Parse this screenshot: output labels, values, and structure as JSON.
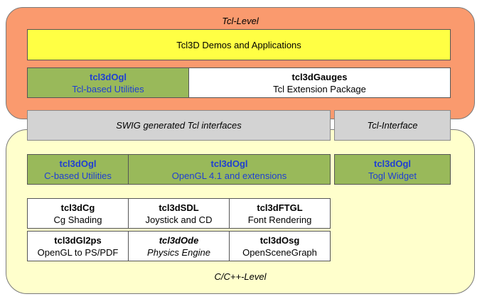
{
  "tcl_level": {
    "label": "Tcl-Level",
    "demos": "Tcl3D Demos and Applications",
    "tcl3dogl": {
      "title": "tcl3dOgl",
      "subtitle": "Tcl-based Utilities"
    },
    "tcl3dgauges": {
      "title": "tcl3dGauges",
      "subtitle": "Tcl Extension Package"
    }
  },
  "interfaces": {
    "swig": "SWIG generated Tcl interfaces",
    "tcl_interface": "Tcl-Interface"
  },
  "c_level": {
    "label": "C/C++-Level",
    "c_utils": {
      "title": "tcl3dOgl",
      "subtitle": "C-based Utilities"
    },
    "opengl": {
      "title": "tcl3dOgl",
      "subtitle": "OpenGL 4.1 and extensions"
    },
    "togl": {
      "title": "tcl3dOgl",
      "subtitle": "Togl Widget"
    },
    "modules": [
      {
        "title": "tcl3dCg",
        "subtitle": "Cg Shading"
      },
      {
        "title": "tcl3dSDL",
        "subtitle": "Joystick and CD"
      },
      {
        "title": "tcl3dFTGL",
        "subtitle": "Font Rendering"
      },
      {
        "title": "tcl3dGl2ps",
        "subtitle": "OpenGL to PS/PDF"
      },
      {
        "title": "tcl3dOde",
        "subtitle": "Physics Engine"
      },
      {
        "title": "tcl3dOsg",
        "subtitle": "OpenSceneGraph"
      }
    ]
  },
  "colors": {
    "tcl_level_bg": "#fa9a6e",
    "c_level_bg": "#ffffcc",
    "demos_bg": "#ffff44",
    "ogl_bg": "#99b95a",
    "ogl_text": "#1f3fd3",
    "interface_bg": "#d3d3d3"
  }
}
